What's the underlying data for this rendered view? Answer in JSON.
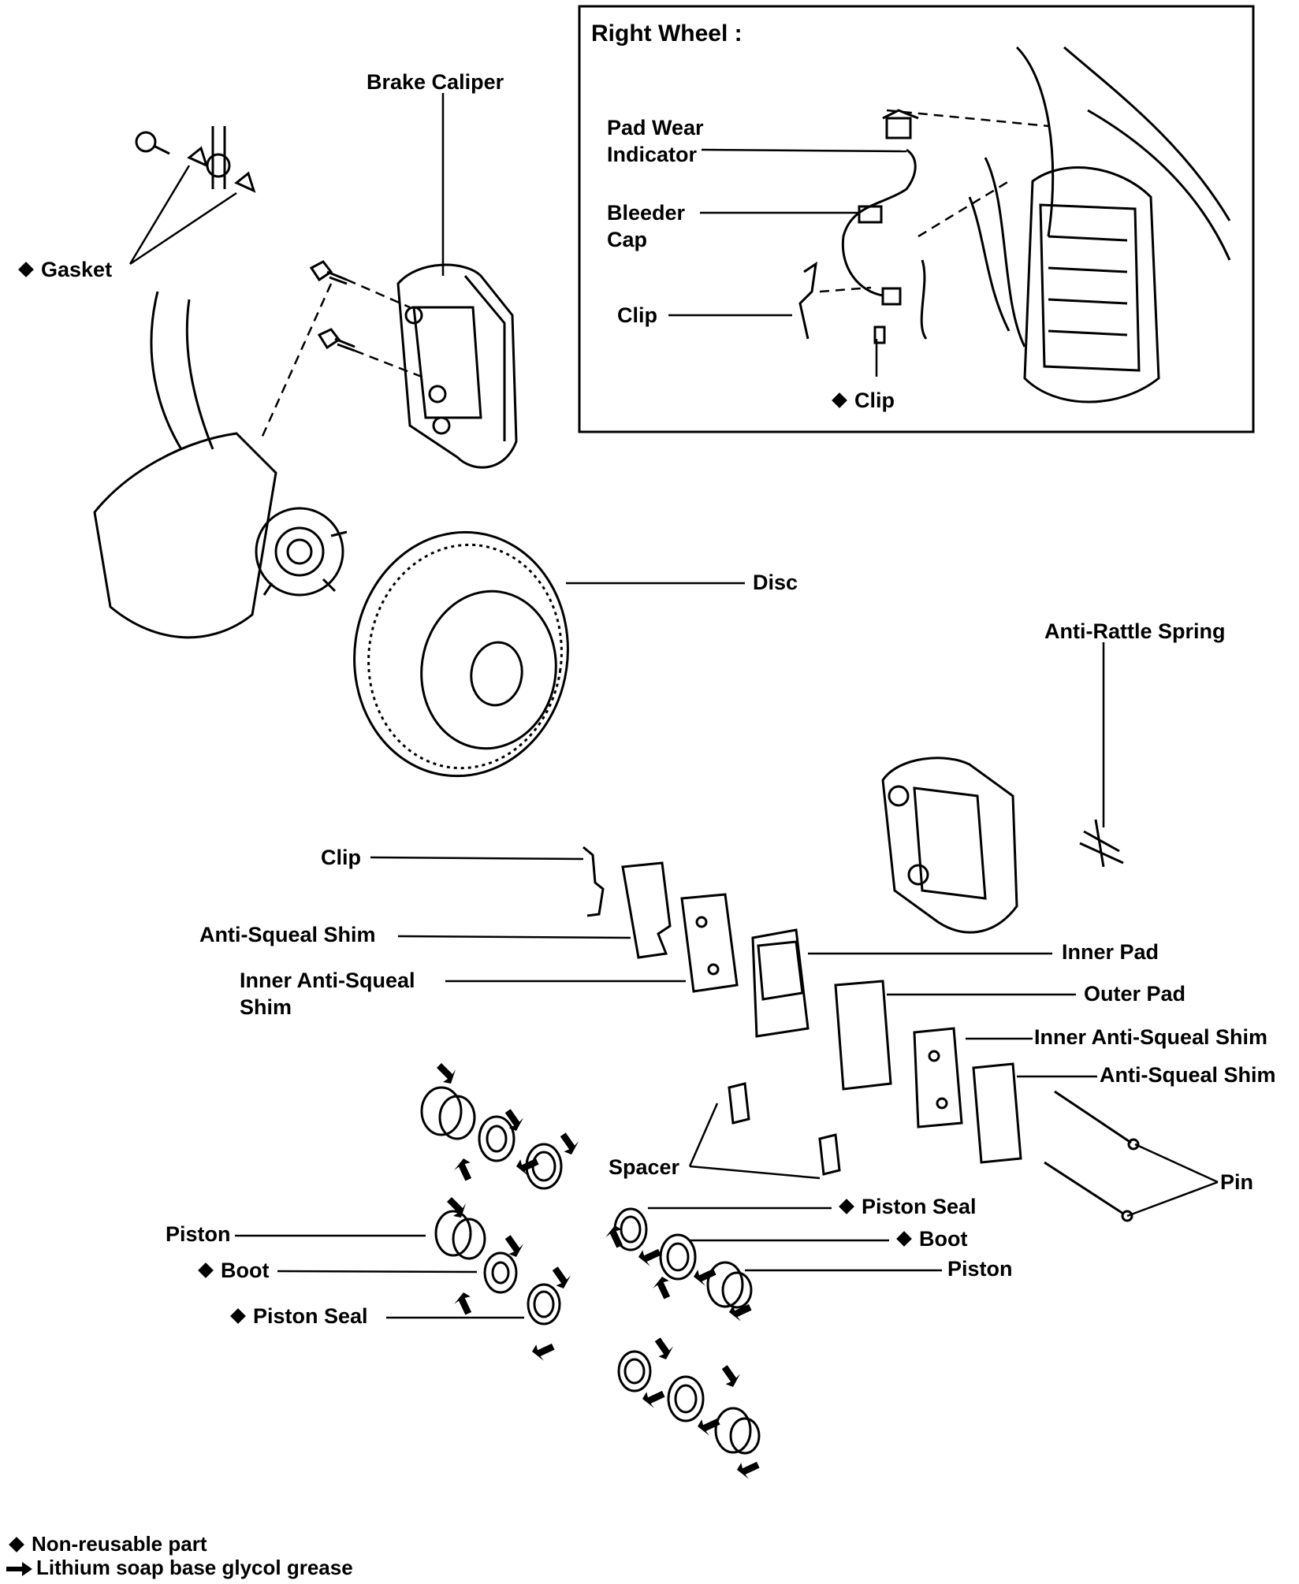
{
  "inset": {
    "title": "Right Wheel :"
  },
  "labels": {
    "brake_caliper": "Brake Caliper",
    "gasket": "Gasket",
    "pad_wear_indicator": "Pad Wear\nIndicator",
    "bleeder_cap": "Bleeder\nCap",
    "inset_clip": "Clip",
    "inset_clip_nonreusable": "Clip",
    "disc": "Disc",
    "anti_rattle_spring": "Anti-Rattle Spring",
    "clip": "Clip",
    "anti_squeal_shim_left": "Anti-Squeal Shim",
    "inner_anti_squeal_shim_left": "Inner Anti-Squeal\nShim",
    "inner_pad": "Inner Pad",
    "outer_pad": "Outer Pad",
    "inner_anti_squeal_shim_right": "Inner Anti-Squeal Shim",
    "anti_squeal_shim_right": "Anti-Squeal Shim",
    "spacer": "Spacer",
    "pin": "Pin",
    "piston_left": "Piston",
    "boot_left": "Boot",
    "piston_seal_left": "Piston Seal",
    "piston_seal_right": "Piston Seal",
    "boot_right": "Boot",
    "piston_right": "Piston"
  },
  "legend": {
    "non_reusable": "Non-reusable part",
    "grease": "Lithium soap base glycol grease"
  },
  "colors": {
    "ink": "#000000",
    "paper": "#ffffff"
  }
}
